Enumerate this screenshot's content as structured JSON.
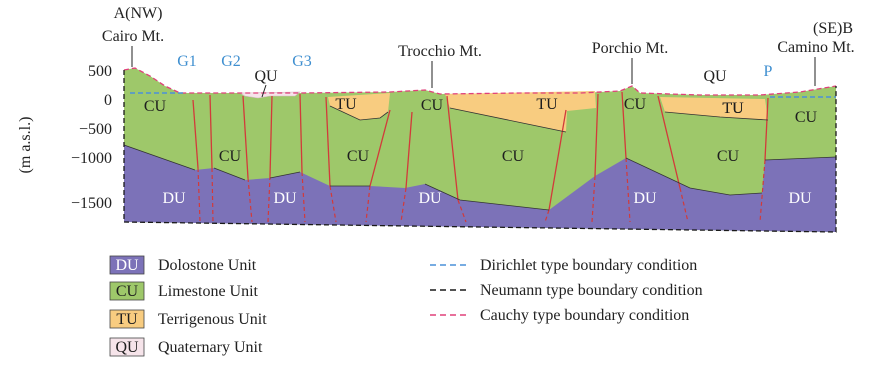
{
  "header": {
    "section_start": "A(NW)",
    "section_end": "(SE)B"
  },
  "peaks": {
    "cairo": "Cairo Mt.",
    "trocchio": "Trocchio Mt.",
    "porchio": "Porchio Mt.",
    "camino": "Camino Mt."
  },
  "wells": {
    "g1": "G1",
    "g2": "G2",
    "g3": "G3",
    "p": "P"
  },
  "axis": {
    "ylabel": "(m a.s.l.)",
    "ticks": [
      "500",
      "0",
      "−500",
      "−1000",
      "−1500"
    ]
  },
  "section_labels": {
    "qu_1": "QU",
    "qu_2": "QU",
    "cu": [
      "CU",
      "CU",
      "CU",
      "CU",
      "CU",
      "CU",
      "CU"
    ],
    "tu": [
      "TU",
      "TU",
      "TU",
      "TU"
    ],
    "du": [
      "DU",
      "DU",
      "DU",
      "DU",
      "DU"
    ]
  },
  "legend": {
    "units": [
      {
        "code": "DU",
        "name": "Dolostone Unit",
        "color": "#7c72b8"
      },
      {
        "code": "CU",
        "name": "Limestone Unit",
        "color": "#9ec86a"
      },
      {
        "code": "TU",
        "name": "Terrigenous Unit",
        "color": "#f8cc80"
      },
      {
        "code": "QU",
        "name": "Quaternary Unit",
        "color": "#f6e4ea"
      }
    ],
    "boundaries": [
      {
        "name": "Dirichlet type boundary condition",
        "color": "#4a90d9"
      },
      {
        "name": "Neumann type boundary condition",
        "color": "#1a1a1a"
      },
      {
        "name": "Cauchy type boundary condition",
        "color": "#e0407a"
      }
    ]
  }
}
